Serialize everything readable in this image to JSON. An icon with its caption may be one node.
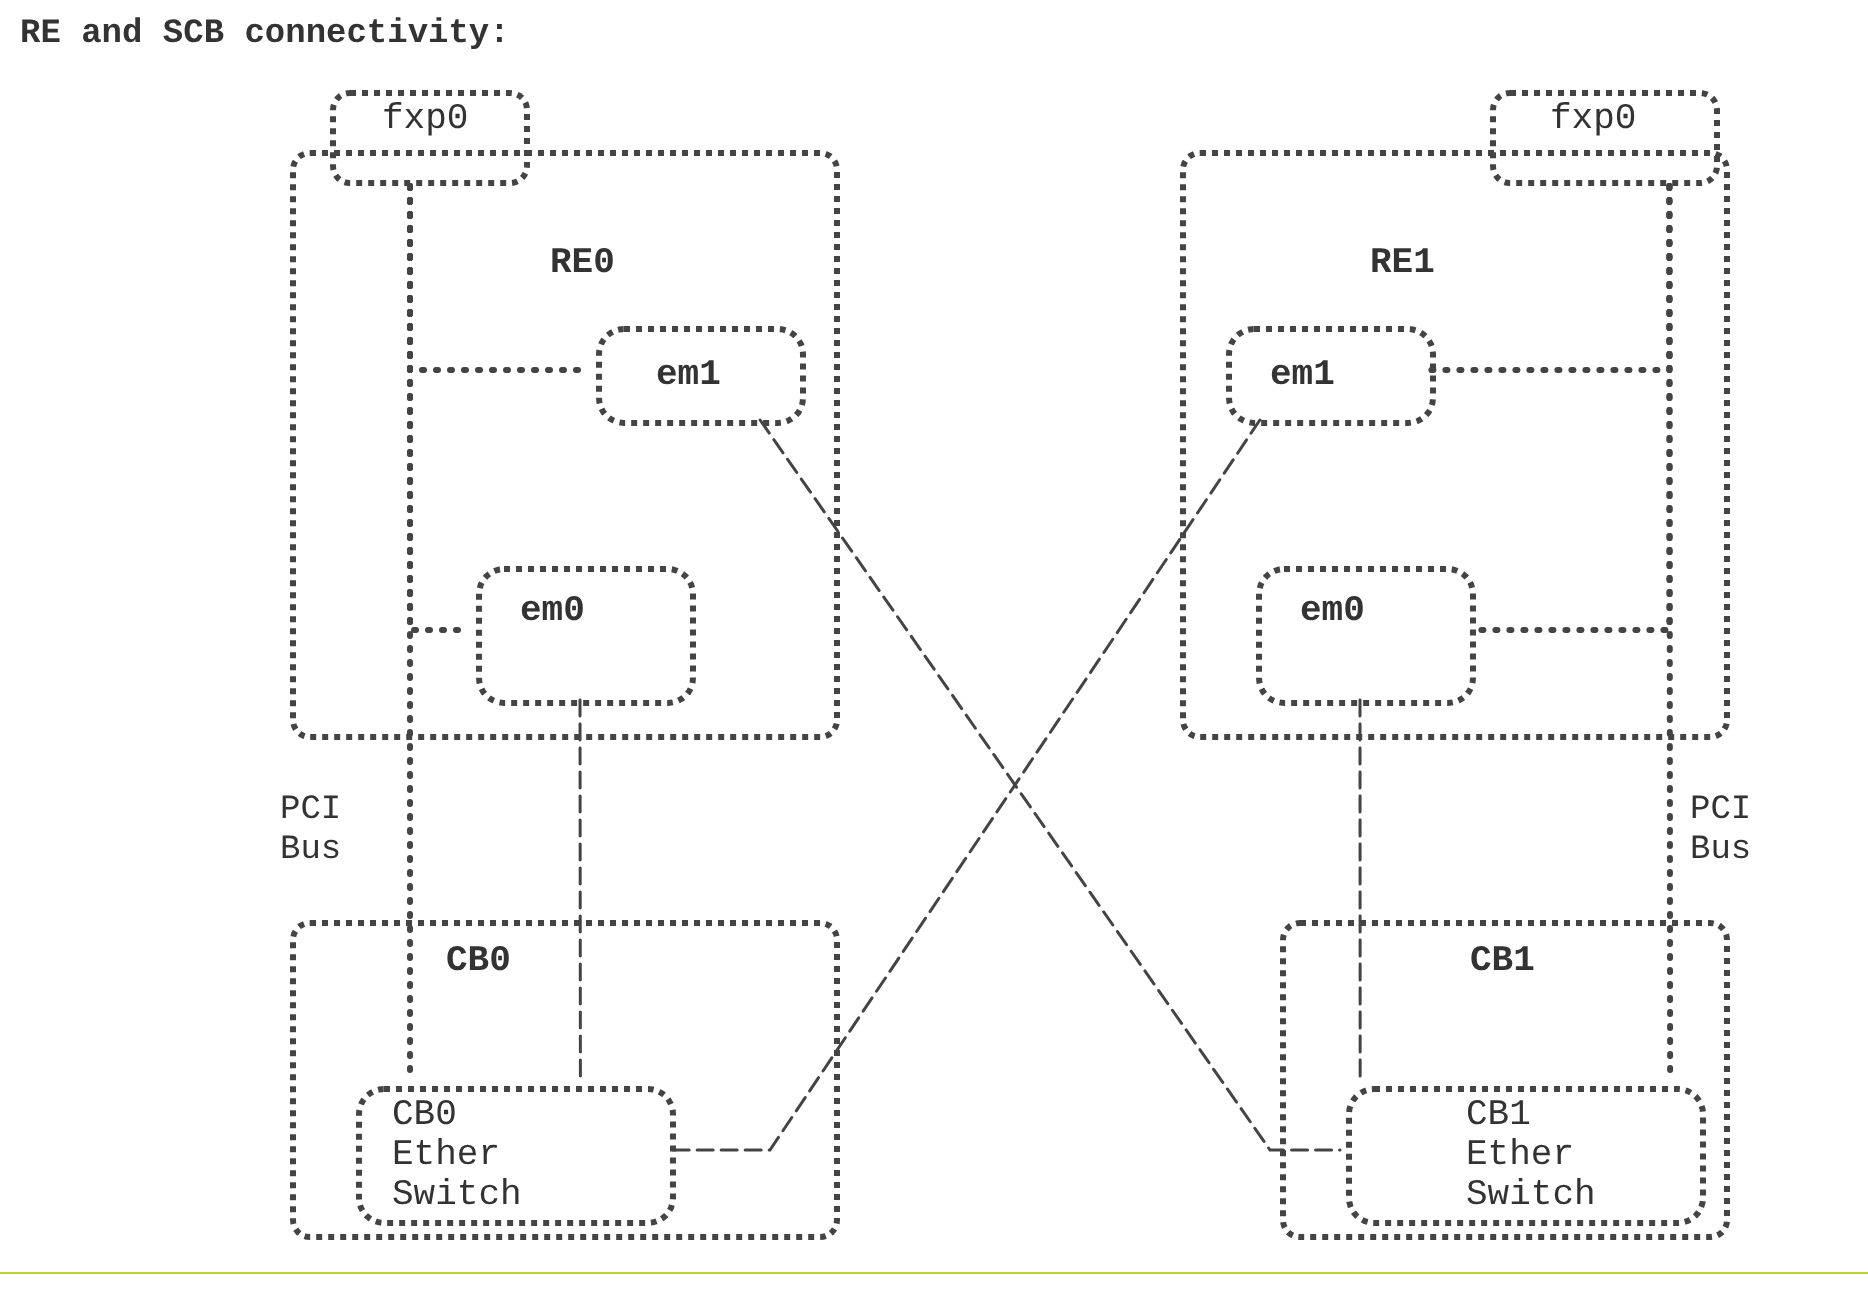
{
  "diagram": {
    "title": "RE and SCB connectivity:",
    "nodes": [
      {
        "text": [
          "RE0"
        ]
      },
      {
        "text": [
          "fxp0"
        ]
      },
      {
        "text": [
          "em1"
        ],
        "in": 0
      },
      {
        "text": [
          "em0"
        ],
        "in": 0
      },
      {
        "text": [
          "RE1"
        ]
      },
      {
        "text": [
          "fxp0"
        ]
      },
      {
        "text": [
          "em1"
        ],
        "in": 4
      },
      {
        "text": [
          "em0"
        ],
        "in": 4
      },
      {
        "text": [
          "CB0"
        ]
      },
      {
        "text": [
          "CB0 Ether Switch"
        ],
        "in": 8
      },
      {
        "text": [
          "CB1"
        ]
      },
      {
        "text": [
          "CB1 Ether Switch"
        ],
        "in": 10
      }
    ],
    "edges": [
      {
        "from": 1,
        "to": 2,
        "arrow": "none",
        "style": "dashed"
      },
      {
        "from": 1,
        "to": 3,
        "arrow": "none",
        "style": "dashed"
      },
      {
        "from": 1,
        "to": 9,
        "arrow": "none",
        "style": "dashed"
      },
      {
        "from": 3,
        "to": 9,
        "arrow": "none"
      },
      {
        "from": 2,
        "to": 11,
        "arrow": "none"
      },
      {
        "from": 6,
        "to": 9,
        "arrow": "none"
      },
      {
        "from": 5,
        "to": 6,
        "arrow": "none",
        "style": "dashed"
      },
      {
        "from": 5,
        "to": 7,
        "arrow": "none",
        "style": "dashed"
      },
      {
        "from": 5,
        "to": 11,
        "arrow": "none",
        "style": "dashed"
      },
      {
        "from": 7,
        "to": 11,
        "arrow": "none"
      }
    ],
    "labels": [
      "PCI Bus",
      "PCI Bus"
    ]
  }
}
